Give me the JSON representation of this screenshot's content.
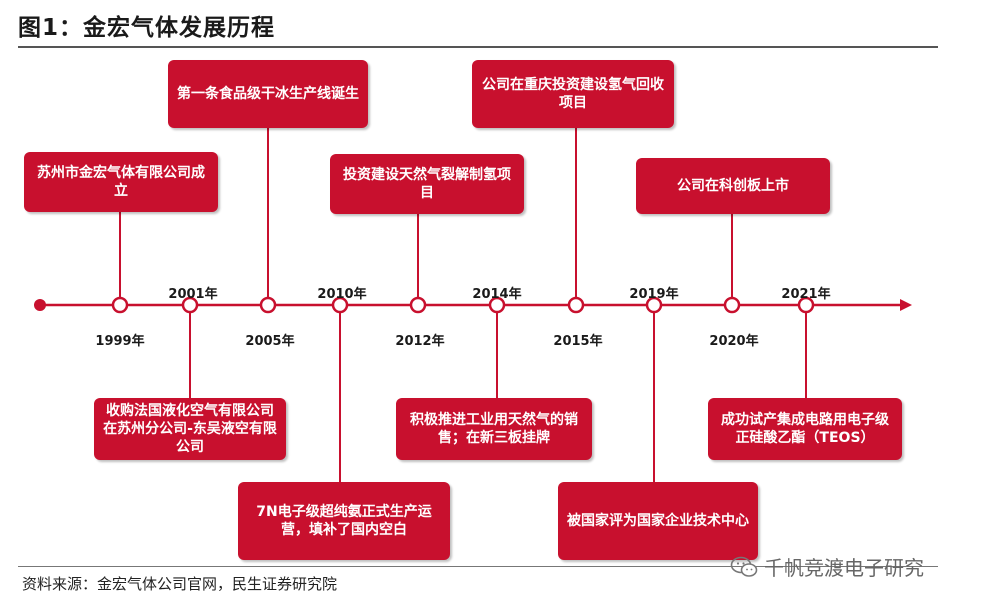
{
  "title": "图1：金宏气体发展历程",
  "source": "资料来源：金宏气体公司官网，民生证券研究院",
  "watermark": "千帆竞渡电子研究",
  "colors": {
    "accent": "#c8102e",
    "line": "#c8102e",
    "text": "#1a1a1a"
  },
  "milestones": [
    {
      "year": "1999年",
      "event": "苏州市金宏气体有限公司成立"
    },
    {
      "year": "2001年",
      "event": "收购法国液化空气有限公司在苏州分公司-东吴液空有限公司"
    },
    {
      "year": "2005年",
      "event": "第一条食品级干冰生产线诞生"
    },
    {
      "year": "2010年",
      "event": "7N电子级超纯氨正式生产运营，填补了国内空白"
    },
    {
      "year": "2012年",
      "event": "投资建设天然气裂解制氢项目"
    },
    {
      "year": "2014年",
      "event": "积极推进工业用天然气的销售；在新三板挂牌"
    },
    {
      "year": "2015年",
      "event": "公司在重庆投资建设氢气回收项目"
    },
    {
      "year": "2019年",
      "event": "被国家评为国家企业技术中心"
    },
    {
      "year": "2020年",
      "event": "公司在科创板上市"
    },
    {
      "year": "2021年",
      "event": "成功试产集成电路用电子级正硅酸乙酯（TEOS）"
    }
  ]
}
